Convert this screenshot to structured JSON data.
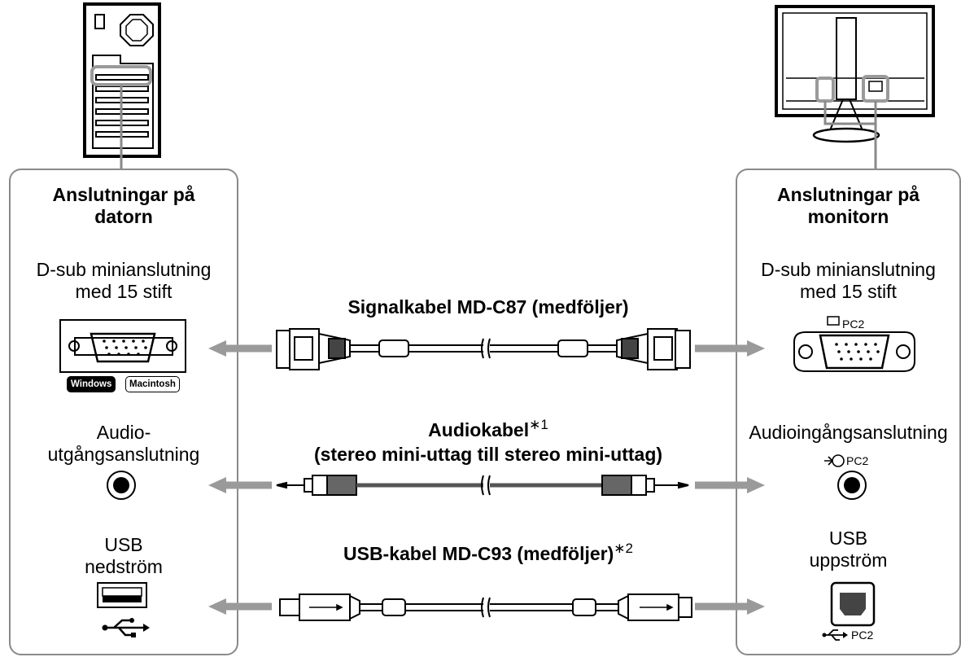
{
  "computer": {
    "heading": [
      "Anslutningar på",
      "datorn"
    ],
    "dsub": [
      "D-sub minianslutning",
      "med 15 stift"
    ],
    "os_badges": [
      "Windows",
      "Macintosh"
    ],
    "audio": [
      "Audio-",
      "utgångsanslutning"
    ],
    "usb": [
      "USB",
      "nedström"
    ]
  },
  "monitor": {
    "heading": [
      "Anslutningar på",
      "monitorn"
    ],
    "dsub": [
      "D-sub minianslutning",
      "med 15 stift"
    ],
    "dsub_port_label": "PC2",
    "audio": "Audioingångsanslutning",
    "audio_port_label": "PC2",
    "usb": [
      "USB",
      "uppström"
    ],
    "usb_port_label": "PC2"
  },
  "cables": {
    "signal": "Signalkabel MD-C87 (medföljer)",
    "audio_line1": "Audiokabel",
    "audio_note": "∗1",
    "audio_line2": "(stereo mini-uttag till stereo mini-uttag)",
    "usb": "USB-kabel MD-C93 (medföljer)",
    "usb_note": "∗2"
  },
  "colors": {
    "panel_border": "#8a8a8a",
    "arrow": "#9a9a9a",
    "cable_dark": "#555555"
  }
}
